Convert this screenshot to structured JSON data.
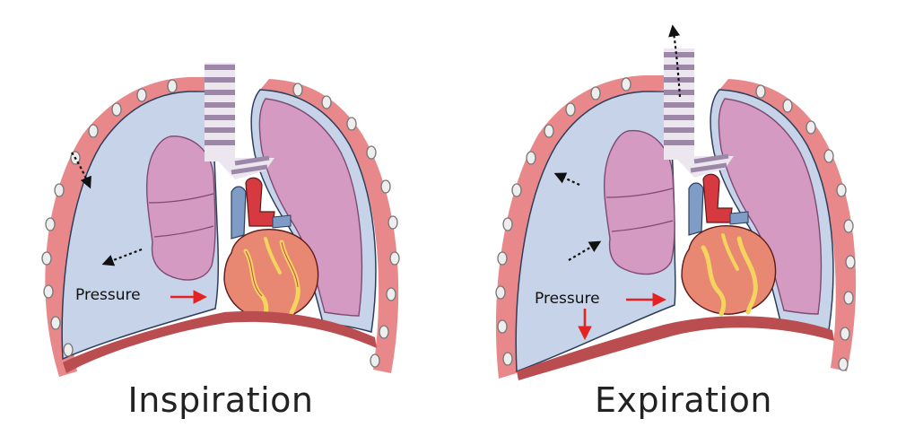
{
  "panels": [
    {
      "title": "Inspiration",
      "pressure_label": "Pressure"
    },
    {
      "title": "Expiration",
      "pressure_label": "Pressure"
    }
  ],
  "colors": {
    "pleural_space": "#c7d3e8",
    "lung": "#d59ac2",
    "chest_wall": "#e8888a",
    "diaphragm": "#b94d4f",
    "trachea_ring": "#9d87a8",
    "heart": "#e88772",
    "aorta": "#d63a40",
    "vein": "#7e9cc6",
    "pressure_arrow": "#e52222",
    "flow_arrow": "#111111"
  }
}
